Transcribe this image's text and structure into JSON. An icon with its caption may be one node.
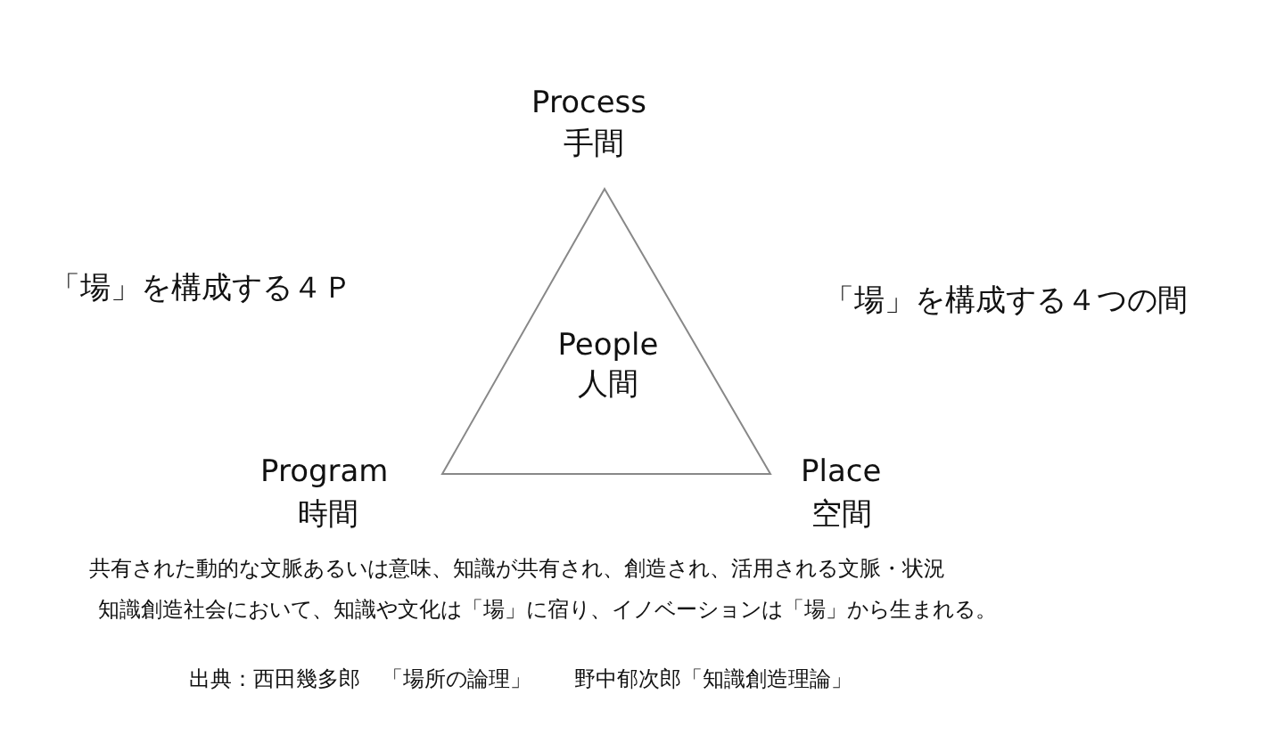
{
  "diagram": {
    "nodes": [
      {
        "text": [
          "People 人間"
        ]
      }
    ],
    "edges": [],
    "labels": [
      "Process",
      "手間",
      "「場」を構成する４Ｐ",
      "「場」を構成する４つの間",
      "Program",
      "時間",
      "Place",
      "空間",
      "共有された動的な文脈あるいは意味、知識が共有され、創造され、活用される文脈・状況",
      "知識創造社会において、知識や文化は「場」に宿り、イノベーションは「場」から生まれる。",
      "出典：西田幾多郎　「場所の論理」　　野中郁次郎「知識創造理論」"
    ]
  }
}
